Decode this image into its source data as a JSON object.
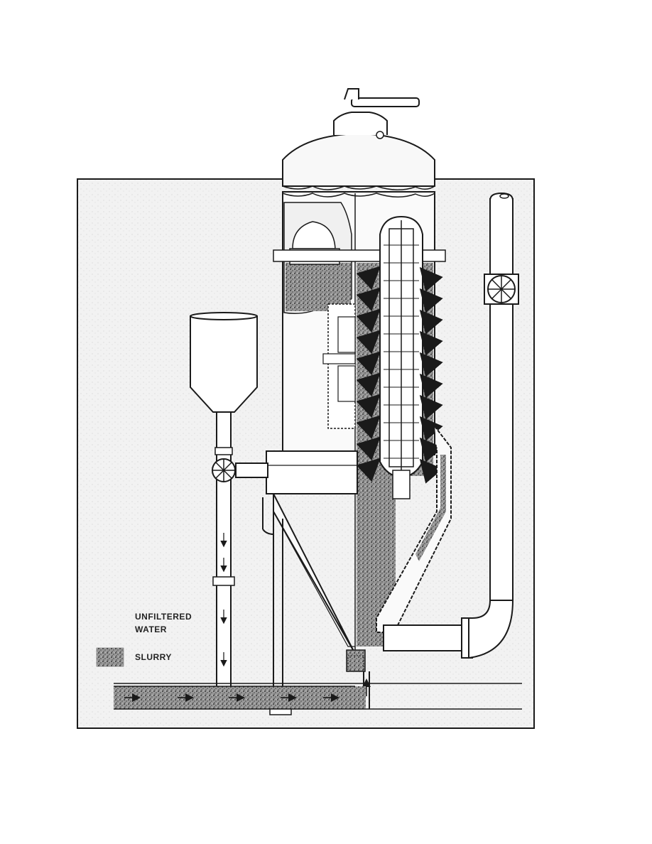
{
  "legend": {
    "unfiltered_water_line1": "UNFILTERED",
    "unfiltered_water_line2": "WATER",
    "slurry": "SLURRY"
  },
  "colors": {
    "ink": "#1a1a1a",
    "slurry": "#7a7a7a",
    "paper": "#ffffff",
    "frame_bg": "#f4f4f4"
  },
  "icons": {
    "valve": "valve-wheel-icon",
    "flow": "flow-arrow-icon"
  }
}
